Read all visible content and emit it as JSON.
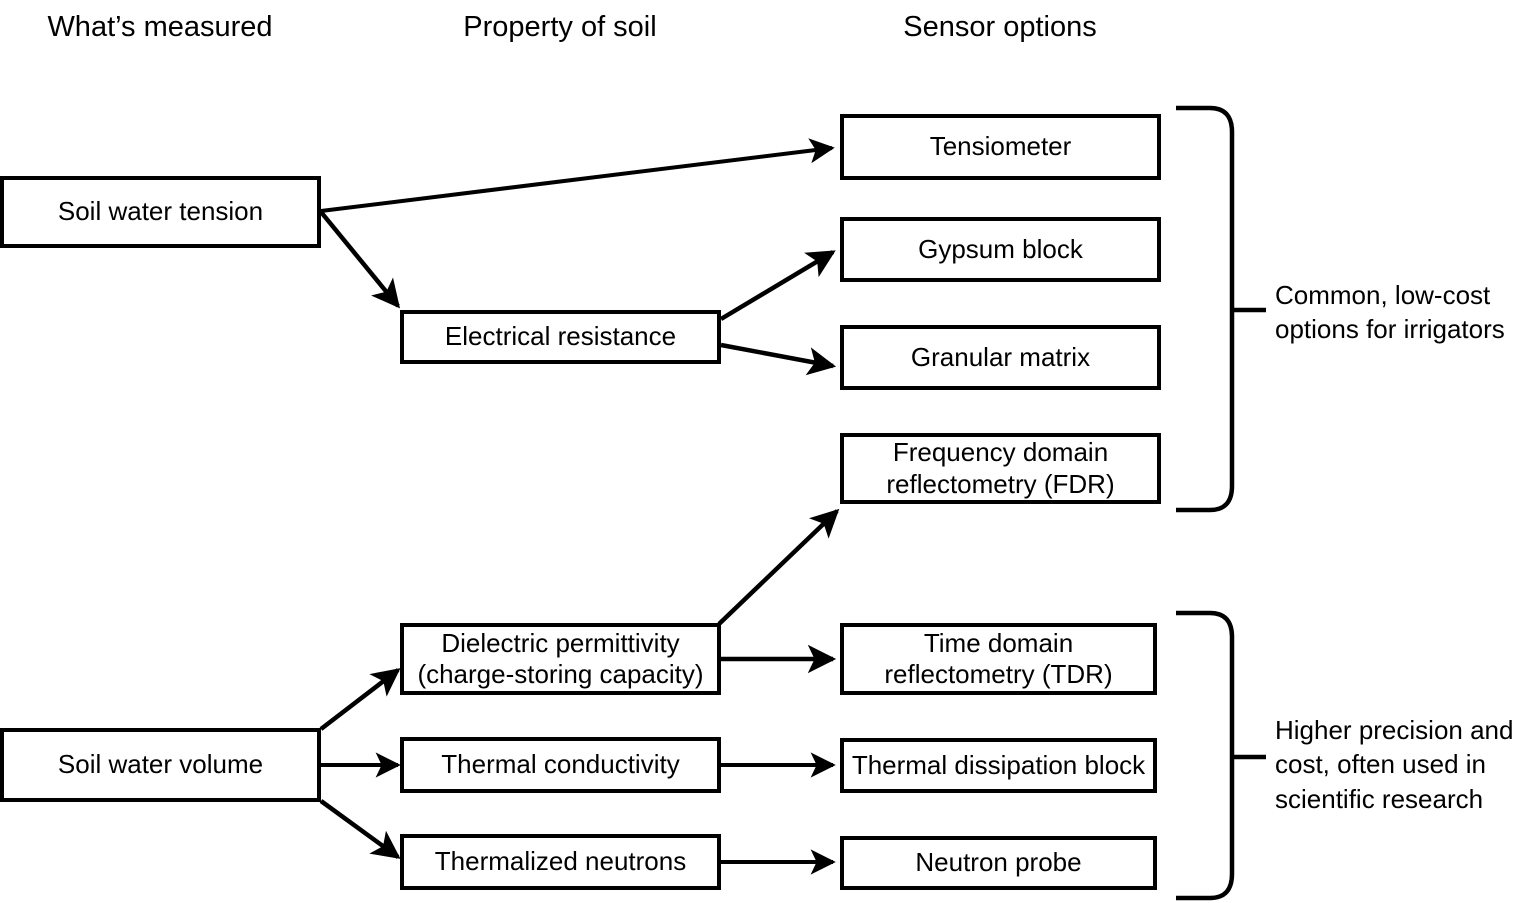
{
  "diagram": {
    "title_columns": [
      {
        "id": "measured",
        "label": "What’s measured"
      },
      {
        "id": "property",
        "label": "Property of soil"
      },
      {
        "id": "sensor",
        "label": "Sensor options"
      }
    ],
    "nodes": {
      "soil_water_tension": "Soil water tension",
      "soil_water_volume": "Soil water volume",
      "electrical_resistance": "Electrical resistance",
      "dielectric_permittivity_line1": "Dielectric permittivity",
      "dielectric_permittivity_line2": "(charge-storing capacity)",
      "thermal_conductivity": "Thermal conductivity",
      "thermalized_neutrons": "Thermalized neutrons",
      "tensiometer": "Tensiometer",
      "gypsum_block": "Gypsum block",
      "granular_matrix": "Granular matrix",
      "fdr_line1": "Frequency domain",
      "fdr_line2": "reflectometry (FDR)",
      "tdr_line1": "Time domain",
      "tdr_line2": "reflectometry (TDR)",
      "thermal_dissipation_block": "Thermal dissipation block",
      "neutron_probe": "Neutron probe"
    },
    "annotations": {
      "upper_line1": "Common, low-cost",
      "upper_line2": "options for irrigators",
      "lower_line1": "Higher precision and",
      "lower_line2": "cost, often used in",
      "lower_line3": "scientific research"
    },
    "colors": {
      "stroke": "#000000",
      "background": "#ffffff",
      "text": "#000000"
    }
  }
}
